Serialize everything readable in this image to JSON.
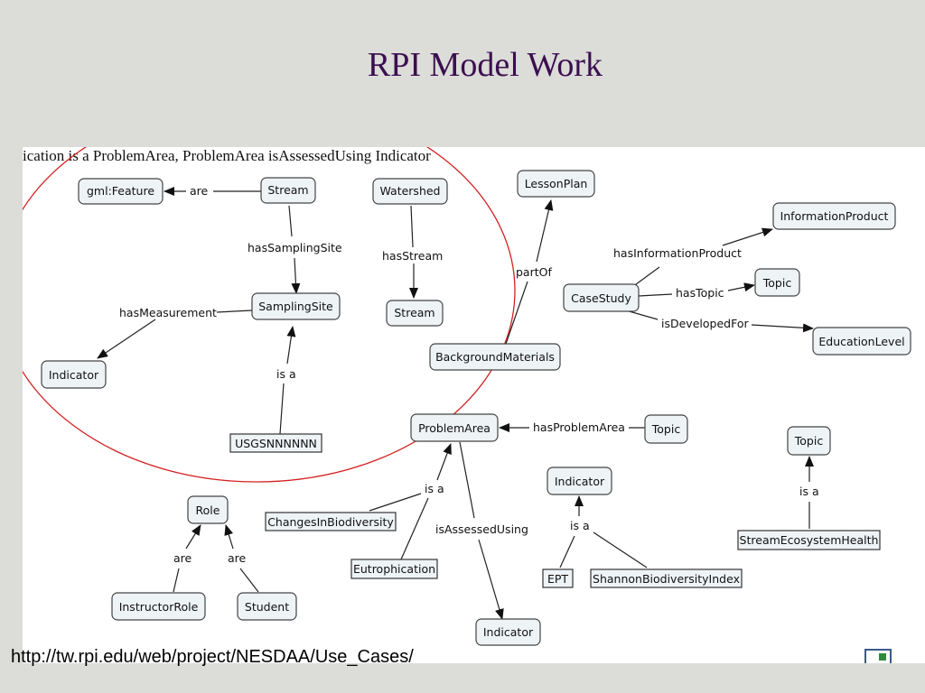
{
  "title": "RPI Model Work",
  "top_caption": "ication is a ProblemArea, ProblemArea isAssessedUsing Indicator",
  "url": "http://tw.rpi.edu/web/project/NESDAA/Use_Cases/",
  "nodes": {
    "gml_feature": "gml:Feature",
    "stream1": "Stream",
    "watershed": "Watershed",
    "stream2": "Stream",
    "sampling_site": "SamplingSite",
    "indicator1": "Indicator",
    "usgs": "USGSNNNNNN",
    "lesson_plan": "LessonPlan",
    "background_materials": "BackgroundMaterials",
    "case_study": "CaseStudy",
    "information_product": "InformationProduct",
    "topic1": "Topic",
    "education_level": "EducationLevel",
    "problem_area": "ProblemArea",
    "topic2": "Topic",
    "changes_in_biodiversity": "ChangesInBiodiversity",
    "eutrophication": "Eutrophication",
    "indicator2": "Indicator",
    "indicator3": "Indicator",
    "ept": "EPT",
    "shannon": "ShannonBiodiversityIndex",
    "topic3": "Topic",
    "stream_eco_health": "StreamEcosystemHealth",
    "role": "Role",
    "instructor_role": "InstructorRole",
    "student": "Student"
  },
  "edges": {
    "are1": "are",
    "has_sampling_site": "hasSamplingSite",
    "has_stream": "hasStream",
    "has_measurement": "hasMeasurement",
    "is_a1": "is a",
    "part_of": "partOf",
    "has_information_product": "hasInformationProduct",
    "has_topic": "hasTopic",
    "is_developed_for": "isDevelopedFor",
    "has_problem_area": "hasProblemArea",
    "is_a2": "is a",
    "is_assessed_using": "isAssessedUsing",
    "is_a3": "is a",
    "is_a4": "is a",
    "are2": "are",
    "are3": "are"
  }
}
